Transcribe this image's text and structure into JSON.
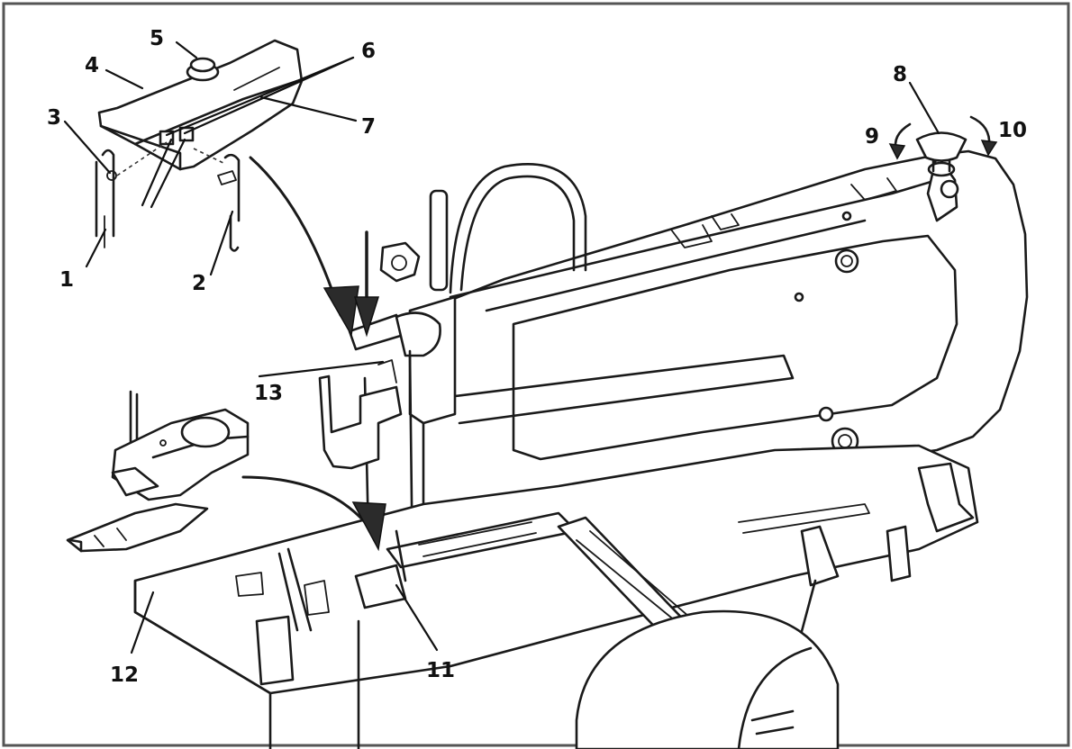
{
  "callouts": {
    "c1": "1",
    "c2": "2",
    "c3": "3",
    "c4": "4",
    "c5": "5",
    "c6": "6",
    "c7": "7",
    "c8": "8",
    "c9": "9",
    "c10": "10",
    "c11": "11",
    "c12": "12",
    "c13": "13"
  },
  "colors": {
    "line": "#1a1a1a",
    "background": "#ffffff",
    "frame": "#555555"
  }
}
